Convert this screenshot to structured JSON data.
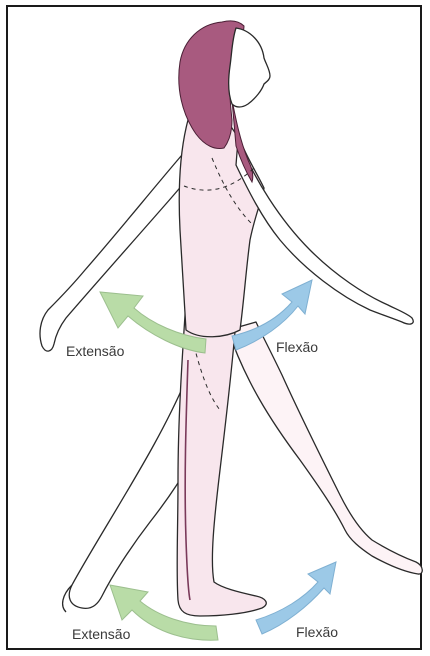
{
  "labels": {
    "upper_extension": "Extensão",
    "upper_flexion": "Flexão",
    "lower_extension": "Extensão",
    "lower_flexion": "Flexão"
  },
  "colors": {
    "extension_arrow": "#b9dca7",
    "flexion_arrow": "#9cc9e7",
    "hair": "#a85a7f",
    "skin_tint": "#f6e3ea",
    "outline": "#2a2a2a"
  }
}
